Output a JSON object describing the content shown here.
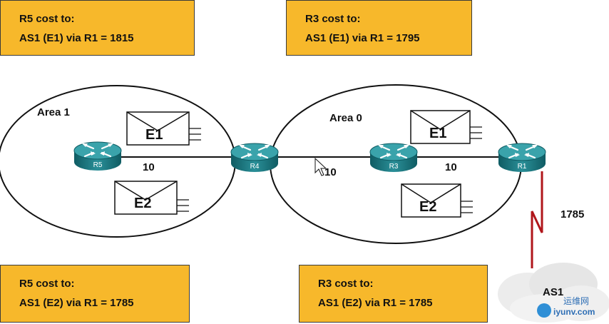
{
  "boxes": {
    "top_left": {
      "line1": "R5 cost to:",
      "line2": "AS1 (E1) via R1 = 1815"
    },
    "top_right": {
      "line1": "R3 cost to:",
      "line2": "AS1 (E1) via R1 = 1795"
    },
    "bottom_left": {
      "line1": "R5 cost to:",
      "line2": "AS1 (E2) via R1 = 1785"
    },
    "bottom_right": {
      "line1": "R3 cost to:",
      "line2": "AS1 (E2) via R1 = 1785"
    }
  },
  "areas": {
    "area1": "Area 1",
    "area0": "Area 0"
  },
  "routers": {
    "r5": "R5",
    "r4": "R4",
    "r3": "R3",
    "r1": "R1"
  },
  "costs": {
    "r5_r4": "10",
    "r4_r3": "10",
    "r3_r1": "10",
    "r1_as1": "1785"
  },
  "envelopes": {
    "area1_top": "E1",
    "area1_bottom": "E2",
    "area0_top": "E1",
    "area0_bottom": "E2"
  },
  "cloud": {
    "label": "AS1"
  },
  "watermark": {
    "site": "iyunv.com",
    "chinese": "运维网"
  },
  "colors": {
    "box_fill": "#f7b82b",
    "router_fill": "#1e7f88",
    "link_red": "#b0161b"
  }
}
